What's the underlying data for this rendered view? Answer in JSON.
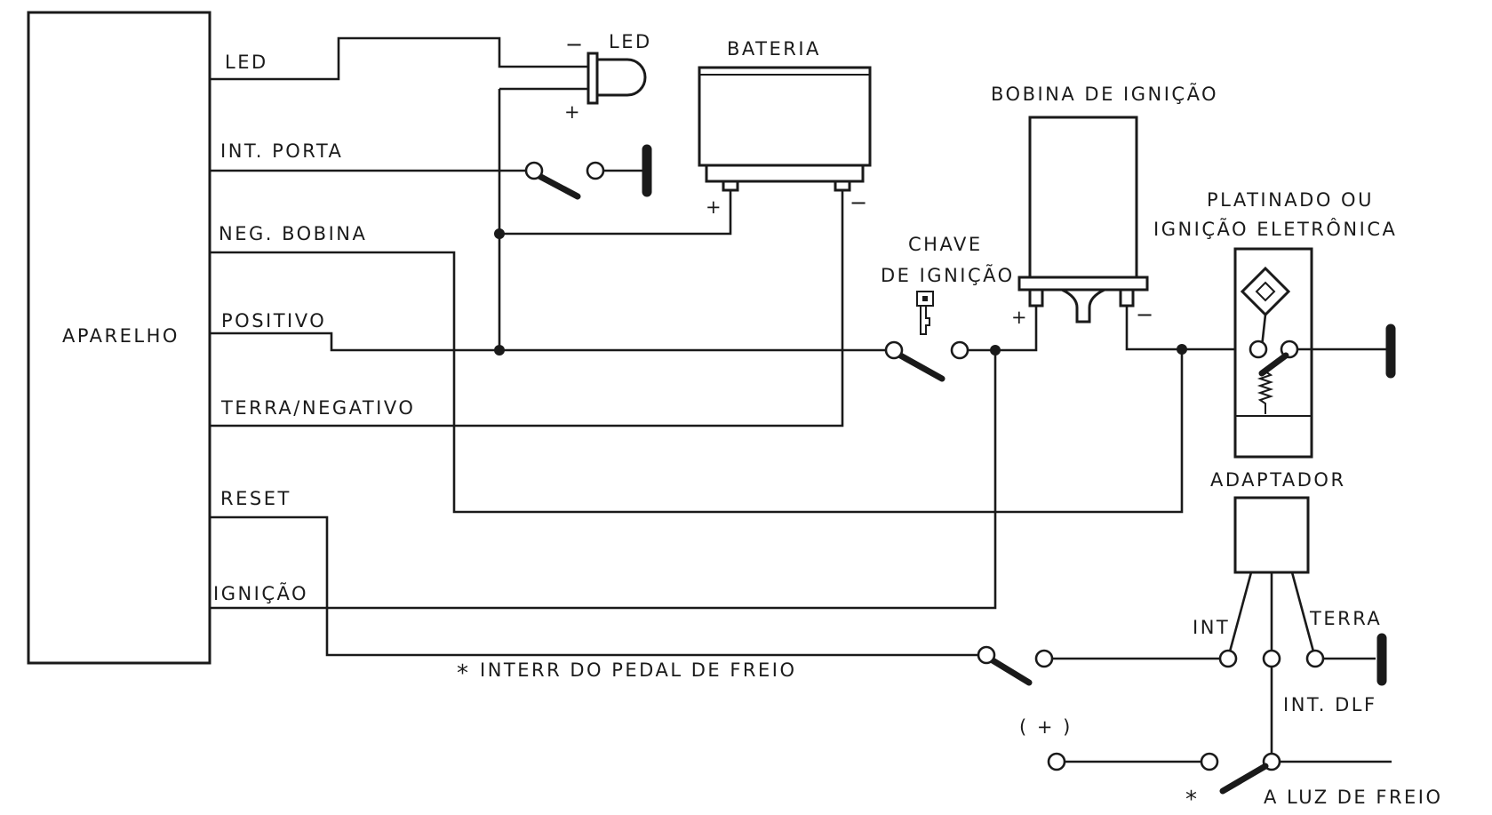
{
  "labels": {
    "aparelho": "APARELHO",
    "led_wire": "LED",
    "int_porta": "INT. PORTA",
    "neg_bobina": "NEG. BOBINA",
    "positivo": "POSITIVO",
    "terra_negativo": "TERRA/NEGATIVO",
    "reset": "RESET",
    "ignicao": "IGNIÇÃO",
    "interr_pedal": "INTERR DO PEDAL DE FREIO",
    "asterisk": "*",
    "led_component": "LED",
    "led_minus": "−",
    "led_plus": "+",
    "bateria": "BATERIA",
    "bat_plus": "+",
    "bat_minus": "−",
    "chave_line1": "CHAVE",
    "chave_line2": "DE IGNIÇÃO",
    "bobina": "BOBINA DE IGNIÇÃO",
    "bob_plus": "+",
    "bob_minus": "−",
    "platinado_line1": "PLATINADO OU",
    "platinado_line2": "IGNIÇÃO ELETRÔNICA",
    "adaptador": "ADAPTADOR",
    "int": "INT",
    "terra": "TERRA",
    "int_dlf": "INT. DLF",
    "plus_paren": "( + )",
    "luz_freio": "A LUZ DE FREIO"
  },
  "colors": {
    "ink": "#1a1a1a",
    "paper": "#ffffff"
  }
}
